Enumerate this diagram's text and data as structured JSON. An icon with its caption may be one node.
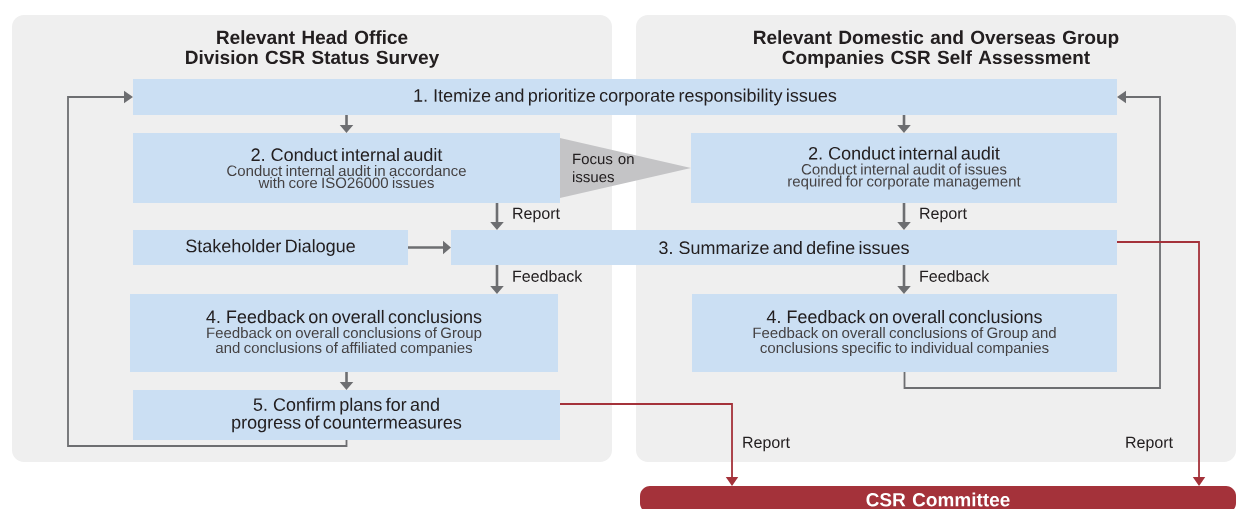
{
  "diagram": {
    "nodes": [
      {
        "text": [
          "Relevant Head Office Division CSR Status Survey"
        ]
      },
      {
        "text": [
          "Relevant Domestic and Overseas Group Companies CSR Self Assessment"
        ]
      },
      {
        "text": [
          "1. Itemize and prioritize corporate responsibility issues"
        ]
      },
      {
        "text": [
          "2. Conduct internal audit",
          "Conduct internal audit in accordance with core ISO26000 issues"
        ],
        "in": 0
      },
      {
        "text": [
          "2. Conduct internal audit",
          "Conduct internal audit of issues required for corporate management"
        ],
        "in": 1
      },
      {
        "text": [
          "Stakeholder Dialogue"
        ],
        "in": 0
      },
      {
        "text": [
          "3. Summarize and define issues"
        ]
      },
      {
        "text": [
          "4. Feedback on overall conclusions",
          "Feedback on overall conclusions of Group and conclusions of affiliated companies"
        ],
        "in": 0
      },
      {
        "text": [
          "4. Feedback on overall conclusions",
          "Feedback on overall conclusions of Group and conclusions specific to individual companies"
        ],
        "in": 1
      },
      {
        "text": [
          "5. Confirm plans for and progress of countermeasures"
        ],
        "in": 0
      },
      {
        "text": [
          "CSR Committee"
        ]
      }
    ],
    "edges": [
      {
        "from": 2,
        "to": 3,
        "arrow": "to"
      },
      {
        "from": 2,
        "to": 4,
        "arrow": "to"
      },
      {
        "from": 3,
        "to": 6,
        "arrow": "to",
        "label": "Report"
      },
      {
        "from": 4,
        "to": 6,
        "arrow": "to",
        "label": "Report"
      },
      {
        "from": 5,
        "to": 6,
        "arrow": "to"
      },
      {
        "from": 6,
        "to": 7,
        "arrow": "to",
        "label": "Feedback"
      },
      {
        "from": 6,
        "to": 8,
        "arrow": "to",
        "label": "Feedback"
      },
      {
        "from": 7,
        "to": 9,
        "arrow": "to"
      },
      {
        "from": 9,
        "to": 2,
        "arrow": "to"
      },
      {
        "from": 8,
        "to": 2,
        "arrow": "to"
      },
      {
        "from": 9,
        "to": 10,
        "arrow": "to",
        "label": "Report",
        "color": "#a4323a"
      },
      {
        "from": 6,
        "to": 10,
        "arrow": "to",
        "label": "Report",
        "color": "#a4323a"
      },
      {
        "from": 3,
        "to": 4,
        "arrow": "to",
        "label": "Focus on issues"
      }
    ]
  }
}
